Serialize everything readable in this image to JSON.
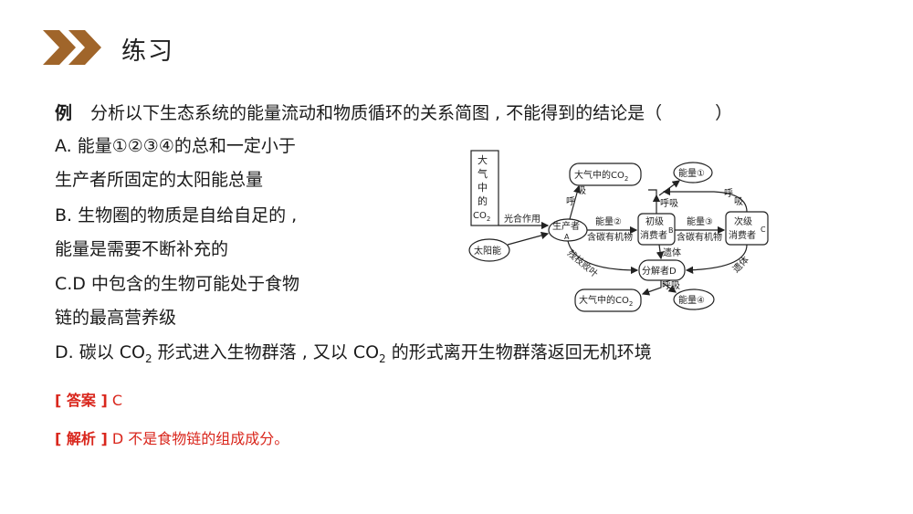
{
  "header": {
    "title": "练习",
    "colors": {
      "chevron": "#a0652a"
    }
  },
  "question": {
    "label": "例",
    "stem": "分析以下生态系统的能量流动和物质循环的关系简图 , 不能得到的结论是（",
    "bracket_close": "）",
    "options": [
      {
        "line1": "A. 能量①②③④的总和一定小于",
        "line2": "生产者所固定的太阳能总量"
      },
      {
        "line1": "B. 生物圈的物质是自给自足的 ,",
        "line2": "能量是需要不断补充的"
      },
      {
        "line1": "C.D 中包含的生物可能处于食物",
        "line2": "链的最高营养级"
      }
    ],
    "option_d": {
      "p1": "D. 碳以 CO",
      "sub1": "2",
      "p2": " 形式进入生物群落 , 又以 CO",
      "sub2": "2",
      "p3": " 的形式离开生物群落返回无机环境"
    }
  },
  "answer": {
    "tag": "[ 答案 ]",
    "value": " C",
    "colors": {
      "text": "#d9261c"
    }
  },
  "analysis": {
    "tag": "[ 解析 ]",
    "value": " D 不是食物链的组成成分。"
  },
  "diagram": {
    "atm_left": {
      "c1": "大",
      "c2": "气",
      "c3": "中",
      "c4": "的",
      "c5": "CO",
      "c5sub": "2"
    },
    "sun": "太阳能",
    "photosynthesis": "光合作用",
    "producer": {
      "l1": "生产者",
      "l2": "A"
    },
    "respiration_1": {
      "c1": "呼",
      "c2": "吸"
    },
    "atm_top": {
      "text": "大气中的CO",
      "sub": "2"
    },
    "energy1": "能量①",
    "respiration_2": "呼吸",
    "respiration_3": {
      "c1": "呼",
      "c2": "吸"
    },
    "energy2": "能量②",
    "carbon_organic_1": "含碳有机物",
    "primary": {
      "l1": "初级",
      "l2": "消费者",
      "l3": "B"
    },
    "energy3": "能量③",
    "carbon_organic_2": "含碳有机物",
    "secondary": {
      "l1": "次级",
      "l2": "消费者",
      "l3": "C"
    },
    "remains_1": "遗体",
    "remains_2": "遗体",
    "litter": "残枝败叶",
    "decomposer": "分解者D",
    "respiration_4": "呼吸",
    "atm_bottom": {
      "text": "大气中的CO",
      "sub": "2"
    },
    "energy4": "能量④"
  }
}
